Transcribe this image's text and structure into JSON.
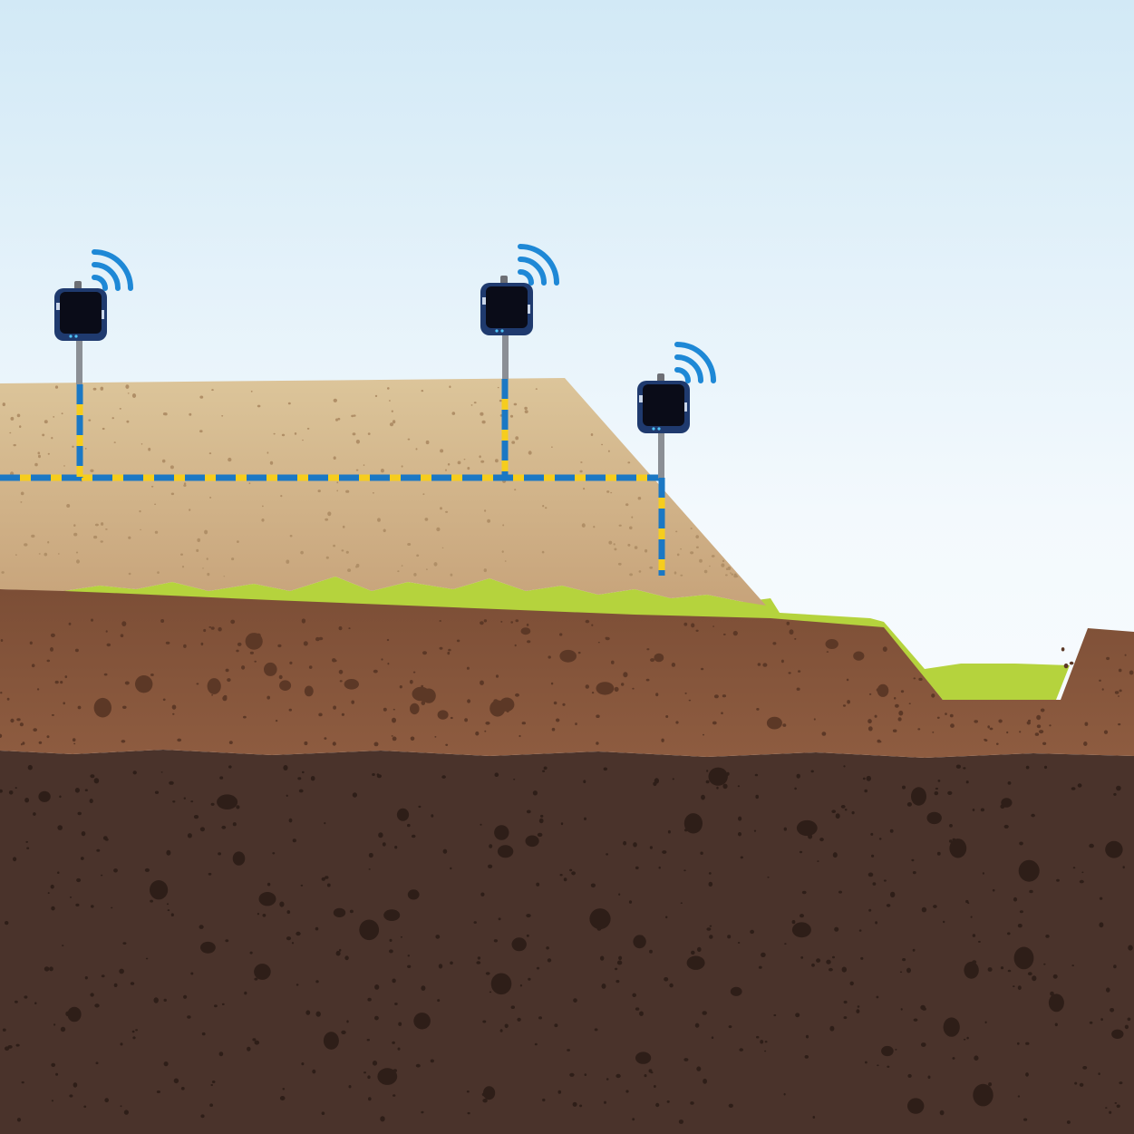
{
  "scene": {
    "sky_top_color": "#d2e9f6",
    "sky_bottom_color": "#ffffff",
    "embankment_color": "#d9bf8f",
    "grass_color": "#b5d33d",
    "topsoil_color": "#87573e",
    "subsoil_color": "#4a332b",
    "cable_colors": [
      "#1b78c4",
      "#f6cd1e"
    ],
    "signal_color": "#1e88d6",
    "logger_body_color": "#1f3a6e",
    "logger_screen_color": "#0a0c18"
  },
  "sensors": [
    {
      "name": "logger-left",
      "icon": "wireless-signal-icon"
    },
    {
      "name": "logger-middle",
      "icon": "wireless-signal-icon"
    },
    {
      "name": "logger-right",
      "icon": "wireless-signal-icon"
    }
  ]
}
